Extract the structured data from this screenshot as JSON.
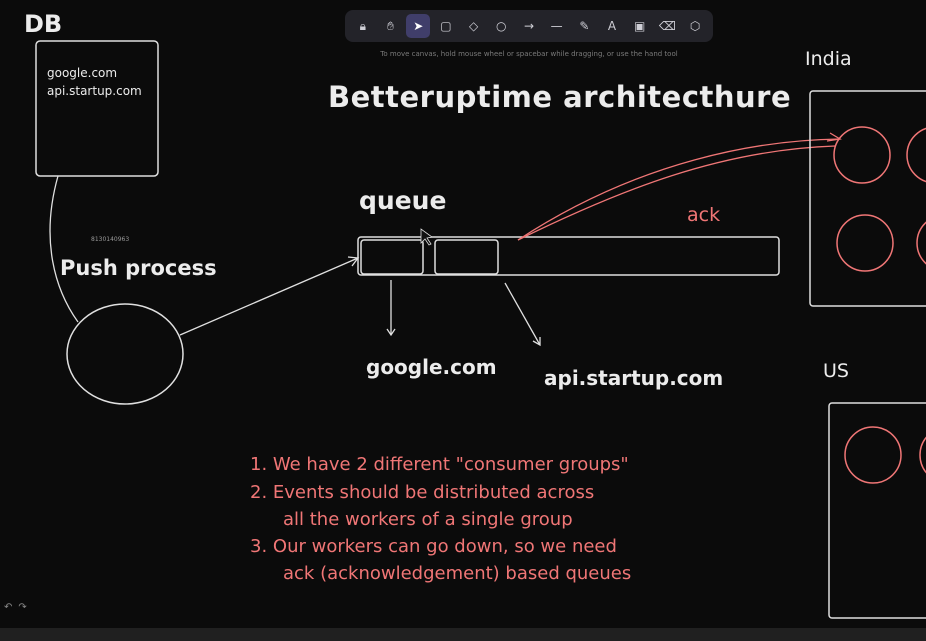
{
  "toolbar": {
    "tools": [
      {
        "name": "lock",
        "glyph": "🔒︎"
      },
      {
        "name": "hand",
        "glyph": "✋︎"
      },
      {
        "name": "selection",
        "glyph": "➤"
      },
      {
        "name": "rectangle",
        "glyph": "▢"
      },
      {
        "name": "diamond",
        "glyph": "◇"
      },
      {
        "name": "ellipse",
        "glyph": "○"
      },
      {
        "name": "arrow",
        "glyph": "→"
      },
      {
        "name": "line",
        "glyph": "—"
      },
      {
        "name": "draw",
        "glyph": "✎"
      },
      {
        "name": "text",
        "glyph": "A"
      },
      {
        "name": "image",
        "glyph": "▣"
      },
      {
        "name": "eraser",
        "glyph": "⌫"
      },
      {
        "name": "more",
        "glyph": "⬡"
      }
    ],
    "active_tool": "selection",
    "hint": "To move canvas, hold mouse wheel or spacebar while dragging, or use the hand tool"
  },
  "diagram": {
    "db_label": "DB",
    "db_items": [
      "google.com",
      "api.startup.com"
    ],
    "title": "Betteruptime architecthure",
    "queue_label": "queue",
    "ack_label": "ack",
    "push_label": "Push process",
    "small_id": "8130140963",
    "queue_out_1": "google.com",
    "queue_out_2": "api.startup.com",
    "region_india": "India",
    "region_us": "US"
  },
  "notes": {
    "line1": "1. We have 2 different \"consumer groups\"",
    "line2": "2. Events should be distributed across",
    "line3": "all the workers of a single group",
    "line4": "3. Our workers can go down, so we need",
    "line5": "ack (acknowledgement) based queues"
  },
  "colors": {
    "background": "#0b0b0b",
    "stroke": "#e0e0e0",
    "accent_red": "#f07676",
    "toolbar_active": "#403e6a"
  }
}
